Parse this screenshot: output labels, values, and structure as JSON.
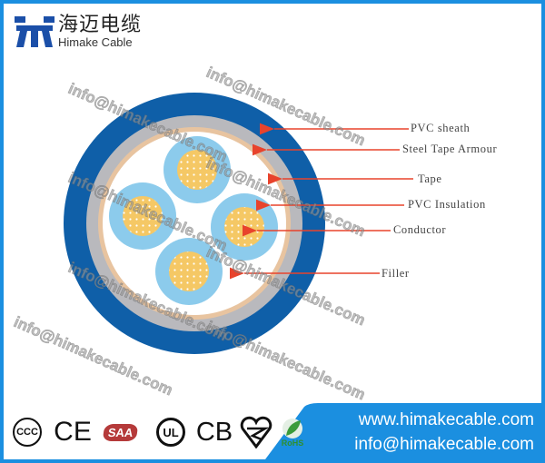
{
  "brand": {
    "name_cn": "海迈电缆",
    "name_en": "Himake Cable",
    "color": "#1b4fa8"
  },
  "labels": [
    {
      "text": "PVC sheath"
    },
    {
      "text": "Steel Tape Armour"
    },
    {
      "text": "Tape"
    },
    {
      "text": "PVC Insulation"
    },
    {
      "text": "Conductor"
    },
    {
      "text": "Filler"
    }
  ],
  "watermark": "info@himakecable.com",
  "certifications": {
    "ccc": "CCC",
    "ce": "CE",
    "saa": "SAA",
    "ul": "UL",
    "cb": "CB",
    "rohs": "RoHS"
  },
  "contact": {
    "website": "www.himakecable.com",
    "email": "info@himakecable.com"
  },
  "colors": {
    "sheath": "#0f5fa8",
    "armour": "#b9b9bd",
    "tape": "#e8c4a0",
    "insulation": "#8ccbec",
    "conductor": "#f5c865",
    "arrow": "#e8432c",
    "panel": "#1b8fe0"
  }
}
